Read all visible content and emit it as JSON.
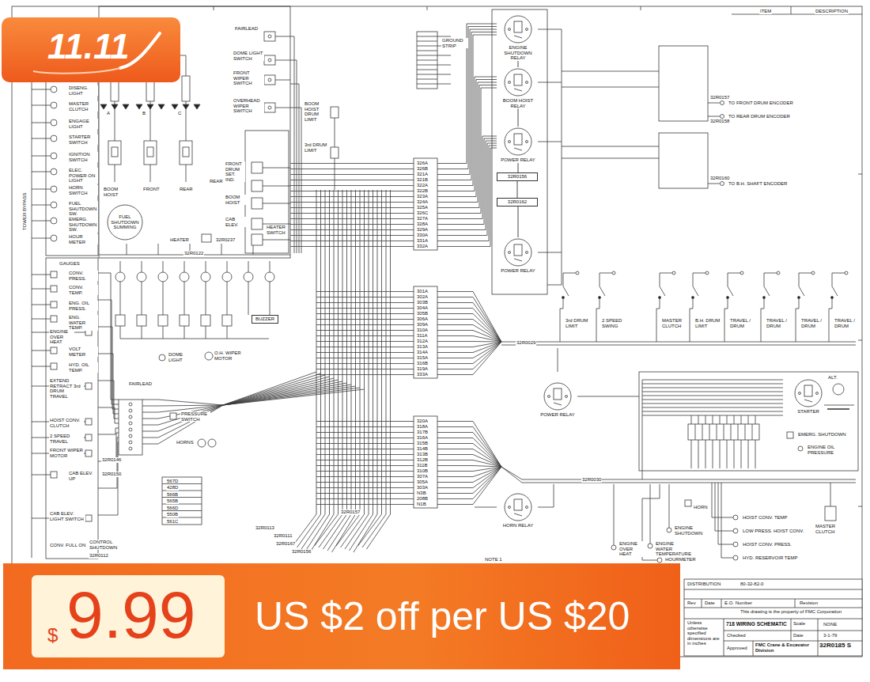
{
  "diagram": {
    "nodes": [
      {
        "text": [
          "11.11"
        ]
      },
      {
        "text": [
          "US $2 off per US $20"
        ]
      },
      {
        "text": [
          "$",
          "9.99"
        ],
        "in": 1
      },
      {
        "text": [
          "ENGINE SHUTDOWN RELAY"
        ]
      },
      {
        "text": [
          "BOOM HOIST RELAY"
        ]
      },
      {
        "text": [
          "POWER RELAY"
        ]
      },
      {
        "text": [
          "32R0156"
        ]
      },
      {
        "text": [
          "32R0162"
        ]
      },
      {
        "text": [
          "POWER RELAY"
        ]
      },
      {
        "text": [
          "FUEL SHUTDOWN SUMMING"
        ]
      },
      {
        "text": [
          "BUZZER"
        ]
      },
      {
        "text": [
          "POWER RELAY"
        ]
      },
      {
        "text": [
          "STARTER"
        ]
      },
      {
        "text": [
          "HORN RELAY"
        ]
      },
      {
        "text": [
          "718 WIRING SCHEMATIC"
        ]
      },
      {
        "text": [
          "FMC Crane & Excavator Division"
        ]
      },
      {
        "text": [
          "32R0185 S"
        ]
      }
    ],
    "edges": [
      {
        "from": 3,
        "to": 4,
        "arrow": "none"
      },
      {
        "from": 4,
        "to": 5,
        "arrow": "none"
      },
      {
        "from": 5,
        "to": 6,
        "arrow": "none"
      },
      {
        "from": 6,
        "to": 7,
        "arrow": "none"
      },
      {
        "from": 7,
        "to": 8,
        "arrow": "none"
      }
    ],
    "labels": [
      "DISENG. LIGHT",
      "MASTER CLUTCH",
      "ENGAGE LIGHT",
      "STARTER SWITCH",
      "IGNITION SWITCH",
      "ELEC. POWER ON LIGHT",
      "HORN SWITCH",
      "FUEL SHUTDOWN SW.",
      "EMERG. SHUTDOWN SW.",
      "HOUR METER",
      "GAUGES",
      "CONV. PRESS.",
      "CONV. TEMP.",
      "ENG. OIL PRESS.",
      "ENG. WATER TEMP.",
      "ENGINE OVER HEAT",
      "VOLT METER",
      "HYD. OIL TEMP.",
      "EXTEND RETRACT 3rd DRUM TRAVEL",
      "HOIST CONV. CLUTCH",
      "2 SPEED TRAVEL",
      "FRONT WIPER MOTOR",
      "CAB ELEV. UP",
      "CAB ELEV. LIGHT SWITCH",
      "CONV. FULL ON",
      "CONTROL SHUTDOWN",
      "32R0112",
      "TOWER BYPASS",
      "A",
      "B",
      "C",
      "BOOM HOIST",
      "FRONT",
      "REAR",
      "HEATER",
      "32R0237",
      "32R0122",
      "FAIRLEAD",
      "DOME LIGHT SWITCH",
      "FRONT WIPER SWITCH",
      "OVERHEAD WIPER SWITCH",
      "FRONT DRUM SET. IND.",
      "REAR",
      "BOOM HOIST",
      "CAB ELEV.",
      "HEATER SWITCH",
      "BOOM HOIST DRUM LIMIT",
      "3rd DRUM LIMIT",
      "GROUND STRIP",
      "32R0157",
      "TO FRONT DRUM ENCODER",
      "TO REAR DRUM ENCODER",
      "32R0158",
      "32R0160",
      "TO B.H. SHAFT ENCODER",
      "3rd DRUM LIMIT",
      "2 SPEED SWING",
      "MASTER CLUTCH",
      "B.H. DRUM LIMIT",
      "TRAVEL / DRUM",
      "TRAVEL / DRUM",
      "TRAVEL / DRUM",
      "TRAVEL / DRUM",
      "32R0029",
      "DOME LIGHT",
      "O.H. WIPER MOTOR",
      "FAIRLEAD",
      "PRESSURE SWITCH",
      "HORNS",
      "32R0146",
      "32R0150",
      "567D",
      "428D",
      "566B",
      "565B",
      "566D",
      "550B",
      "561C",
      "32R0113",
      "32R0111",
      "32R0167",
      "32R0156",
      "32R0157",
      "NOTE 1",
      "ALT.",
      "EMERG. SHUTDOWN",
      "ENGINE OIL PRESSURE",
      "32R0030",
      "MASTER CLUTCH",
      "HOIST CONV. TEMP",
      "LOW PRESS. HOIST CONV.",
      "HOIST CONV. PRESS.",
      "HYD. RESERVOIR TEMP",
      "HORN",
      "ENGINE SHUTDOWN",
      "ENGINE OVER HEAT",
      "ENGINE WATER TEMPERATURE",
      "HOURMETER",
      "ITEM",
      "DESCRIPTION",
      "DISTRIBUTION",
      "80-32-82-0",
      "Rev",
      "Date",
      "E.O. Number",
      "Revision",
      "This drawing is the property of FMC Corporation",
      "Unless otherwise specified dimensions are in inches",
      "Scale",
      "NONE",
      "Checked",
      "Date",
      "3-1-79",
      "Approved",
      "326A",
      "326B",
      "321A",
      "321B",
      "322A",
      "322B",
      "323A",
      "324A",
      "325A",
      "326C",
      "327A",
      "328A",
      "329A",
      "330A",
      "331A",
      "332A",
      "301A",
      "302A",
      "303B",
      "304A",
      "305B",
      "306A",
      "309A",
      "310A",
      "311A",
      "312A",
      "313A",
      "314A",
      "315A",
      "316B",
      "319A",
      "333A",
      "320A",
      "318A",
      "317B",
      "316A",
      "315B",
      "314B",
      "313B",
      "312B",
      "311B",
      "310B",
      "307A",
      "305A",
      "303A",
      "N3B",
      "208B",
      "N1B"
    ]
  }
}
